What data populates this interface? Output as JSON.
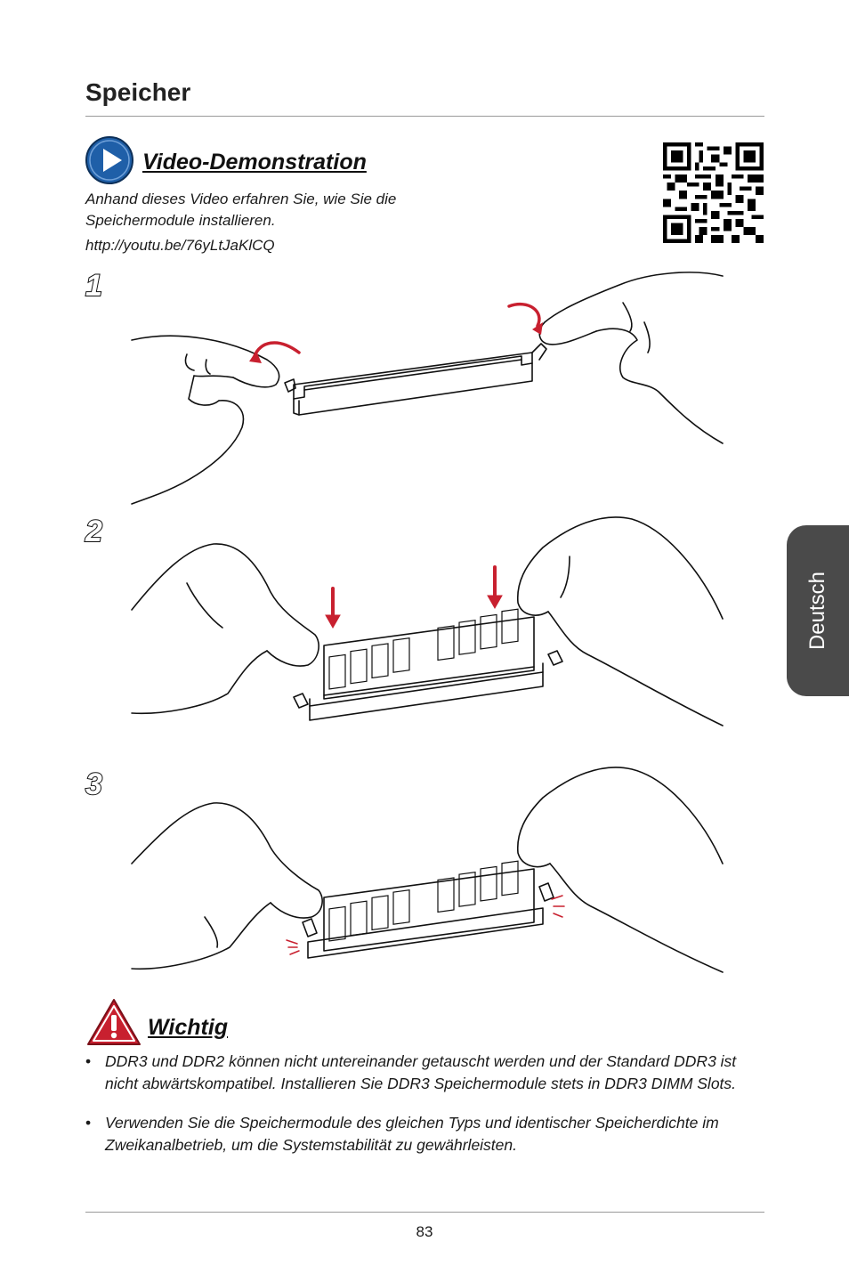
{
  "page": {
    "title": "Speicher",
    "side_tab": "Deutsch",
    "page_number": "83"
  },
  "video": {
    "heading": "Video-Demonstration",
    "description": "Anhand dieses Video erfahren Sie, wie Sie die Speichermodule installieren.",
    "url": "http://youtu.be/76yLtJaKlCQ",
    "icon": "play-icon"
  },
  "steps": [
    "1",
    "2",
    "3"
  ],
  "important": {
    "heading": "Wichtig",
    "icon": "warning-icon",
    "notes": [
      "DDR3 und DDR2 können nicht untereinander getauscht werden und der Standard DDR3 ist nicht abwärtskompatibel. Installieren Sie DDR3 Speichermodule stets in DDR3 DIMM Slots.",
      "Verwenden Sie die Speichermodule des gleichen Typs und identischer Speicherdichte im Zweikanalbetrieb, um die Systemstabilität zu gewährleisten."
    ]
  },
  "colors": {
    "accent_blue": "#1f5fa8",
    "accent_red": "#c8202f",
    "tab_gray": "#4a4a4a"
  }
}
